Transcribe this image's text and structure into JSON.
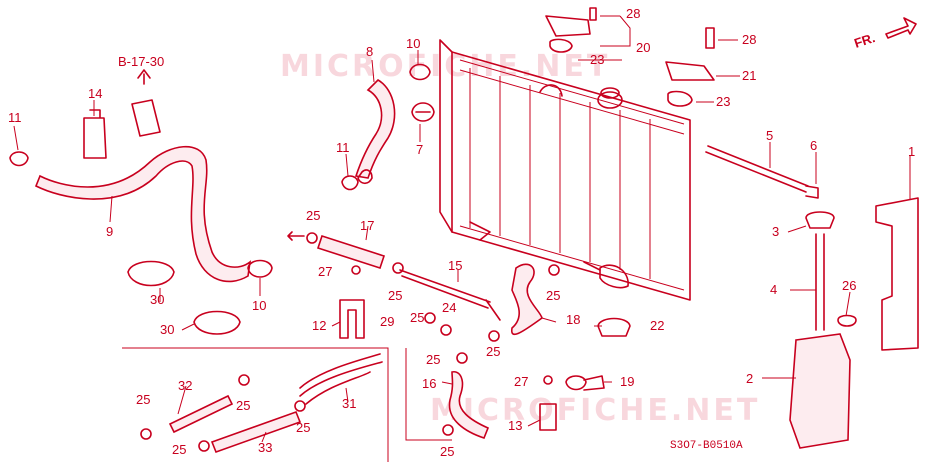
{
  "watermark": "MICROFICHE.NET",
  "diagram_code": "S3O7-B0510A",
  "reference": "B-17-30",
  "front_indicator": "FR.",
  "labels": [
    {
      "id": "l1",
      "text": "1"
    },
    {
      "id": "l2",
      "text": "2"
    },
    {
      "id": "l3",
      "text": "3"
    },
    {
      "id": "l4",
      "text": "4"
    },
    {
      "id": "l5",
      "text": "5"
    },
    {
      "id": "l6",
      "text": "6"
    },
    {
      "id": "l7",
      "text": "7"
    },
    {
      "id": "l8",
      "text": "8"
    },
    {
      "id": "l9",
      "text": "9"
    },
    {
      "id": "l10a",
      "text": "10"
    },
    {
      "id": "l10b",
      "text": "10"
    },
    {
      "id": "l11a",
      "text": "11"
    },
    {
      "id": "l11b",
      "text": "11"
    },
    {
      "id": "l12",
      "text": "12"
    },
    {
      "id": "l13",
      "text": "13"
    },
    {
      "id": "l14",
      "text": "14"
    },
    {
      "id": "l15",
      "text": "15"
    },
    {
      "id": "l16",
      "text": "16"
    },
    {
      "id": "l17",
      "text": "17"
    },
    {
      "id": "l18",
      "text": "18"
    },
    {
      "id": "l19",
      "text": "19"
    },
    {
      "id": "l20",
      "text": "20"
    },
    {
      "id": "l21",
      "text": "21"
    },
    {
      "id": "l22",
      "text": "22"
    },
    {
      "id": "l23a",
      "text": "23"
    },
    {
      "id": "l23b",
      "text": "23"
    },
    {
      "id": "l24",
      "text": "24"
    },
    {
      "id": "l25a",
      "text": "25"
    },
    {
      "id": "l25b",
      "text": "25"
    },
    {
      "id": "l25c",
      "text": "25"
    },
    {
      "id": "l25d",
      "text": "25"
    },
    {
      "id": "l25e",
      "text": "25"
    },
    {
      "id": "l25f",
      "text": "25"
    },
    {
      "id": "l25g",
      "text": "25"
    },
    {
      "id": "l25h",
      "text": "25"
    },
    {
      "id": "l25i",
      "text": "25"
    },
    {
      "id": "l25j",
      "text": "25"
    },
    {
      "id": "l25k",
      "text": "25"
    },
    {
      "id": "l26",
      "text": "26"
    },
    {
      "id": "l27a",
      "text": "27"
    },
    {
      "id": "l27b",
      "text": "27"
    },
    {
      "id": "l28a",
      "text": "28"
    },
    {
      "id": "l28b",
      "text": "28"
    },
    {
      "id": "l29",
      "text": "29"
    },
    {
      "id": "l30a",
      "text": "30"
    },
    {
      "id": "l30b",
      "text": "30"
    },
    {
      "id": "l31",
      "text": "31"
    },
    {
      "id": "l32",
      "text": "32"
    },
    {
      "id": "l33",
      "text": "33"
    }
  ]
}
